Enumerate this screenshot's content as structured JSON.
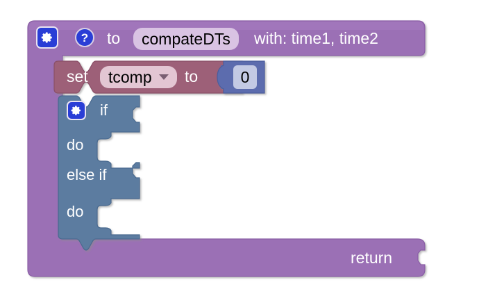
{
  "app": {
    "type": "blockly-workspace",
    "background_color": "#ffffff"
  },
  "colors": {
    "procedure_block": "#9b6fb5",
    "procedure_block_dark": "#8b5fa6",
    "procedure_block_light": "#ab84c2",
    "variable_block": "#9d6078",
    "variable_block_dark": "#8d5068",
    "logic_block": "#5b7ba0",
    "logic_block_dark": "#4d6b8f",
    "math_block": "#5b6cae",
    "field_name_bg": "#d9c3e3",
    "field_dropdown_bg": "#e3c6d3",
    "number_field_bg": "#c3cae4",
    "icon_blue": "#2a3ed6",
    "text_white": "#ffffff",
    "text_black": "#000000"
  },
  "procedure_block": {
    "name": "procedure-definition-return",
    "gear_icon": "gear-icon",
    "help_icon": "help-question-icon",
    "to_label": "to",
    "procedure_name": "compateDTs",
    "with_label": "with: time1, time2",
    "parameters": [
      "time1",
      "time2"
    ],
    "return_label": "return",
    "return_socket": "value-input-socket"
  },
  "set_block": {
    "name": "variables-set",
    "set_label": "set",
    "variable_name": "tcomp",
    "dropdown_icon": "chevron-down-icon",
    "to_label": "to",
    "value_block": {
      "name": "math-number",
      "value": "0"
    }
  },
  "if_block": {
    "name": "controls-if-elseif",
    "gear_icon": "gear-icon",
    "rows": [
      {
        "label": "if",
        "socket": "value-input-socket"
      },
      {
        "label": "do",
        "socket": "statement-input-socket"
      },
      {
        "label": "else if",
        "socket": "value-input-socket"
      },
      {
        "label": "do",
        "socket": "statement-input-socket"
      }
    ]
  }
}
